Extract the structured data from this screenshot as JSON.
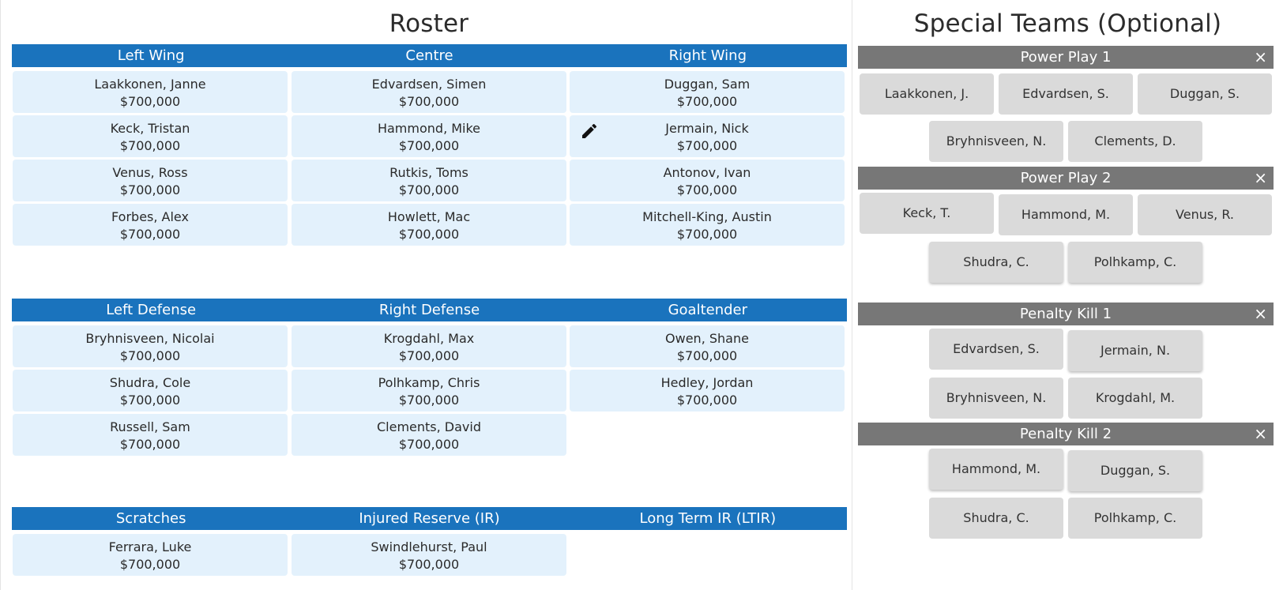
{
  "roster": {
    "title": "Roster",
    "forwards_headers": [
      "Left Wing",
      "Centre",
      "Right Wing"
    ],
    "forwards": {
      "left_wing": [
        {
          "name": "Laakkonen, Janne",
          "salary": "$700,000"
        },
        {
          "name": "Keck, Tristan",
          "salary": "$700,000"
        },
        {
          "name": "Venus, Ross",
          "salary": "$700,000"
        },
        {
          "name": "Forbes, Alex",
          "salary": "$700,000"
        }
      ],
      "centre": [
        {
          "name": "Edvardsen, Simen",
          "salary": "$700,000"
        },
        {
          "name": "Hammond, Mike",
          "salary": "$700,000"
        },
        {
          "name": "Rutkis, Toms",
          "salary": "$700,000"
        },
        {
          "name": "Howlett, Mac",
          "salary": "$700,000"
        }
      ],
      "right_wing": [
        {
          "name": "Duggan, Sam",
          "salary": "$700,000"
        },
        {
          "name": "Jermain, Nick",
          "salary": "$700,000"
        },
        {
          "name": "Antonov, Ivan",
          "salary": "$700,000"
        },
        {
          "name": "Mitchell-King, Austin",
          "salary": "$700,000"
        }
      ]
    },
    "defense_headers": [
      "Left Defense",
      "Right Defense",
      "Goaltender"
    ],
    "defense": {
      "left_defense": [
        {
          "name": "Bryhnisveen, Nicolai",
          "salary": "$700,000"
        },
        {
          "name": "Shudra, Cole",
          "salary": "$700,000"
        },
        {
          "name": "Russell, Sam",
          "salary": "$700,000"
        }
      ],
      "right_defense": [
        {
          "name": "Krogdahl, Max",
          "salary": "$700,000"
        },
        {
          "name": "Polhkamp, Chris",
          "salary": "$700,000"
        },
        {
          "name": "Clements, David",
          "salary": "$700,000"
        }
      ],
      "goaltender": [
        {
          "name": "Owen, Shane",
          "salary": "$700,000"
        },
        {
          "name": "Hedley, Jordan",
          "salary": "$700,000"
        }
      ]
    },
    "reserve_headers": [
      "Scratches",
      "Injured Reserve (IR)",
      "Long Term IR (LTIR)"
    ],
    "reserve": {
      "scratches": [
        {
          "name": "Ferrara, Luke",
          "salary": "$700,000"
        }
      ],
      "ir": [
        {
          "name": "Swindlehurst, Paul",
          "salary": "$700,000"
        }
      ]
    }
  },
  "special_teams": {
    "title": "Special Teams (Optional)",
    "close_glyph": "×",
    "units": [
      {
        "label": "Power Play 1",
        "players": [
          "Laakkonen, J.",
          "Edvardsen, S.",
          "Duggan, S.",
          "Bryhnisveen, N.",
          "Clements, D."
        ]
      },
      {
        "label": "Power Play 2",
        "players": [
          "Keck, T.",
          "Hammond, M.",
          "Venus, R.",
          "Shudra, C.",
          "Polhkamp, C."
        ]
      },
      {
        "label": "Penalty Kill 1",
        "players": [
          "Edvardsen, S.",
          "Jermain, N.",
          "Bryhnisveen, N.",
          "Krogdahl, M."
        ]
      },
      {
        "label": "Penalty Kill 2",
        "players": [
          "Hammond, M.",
          "Duggan, S.",
          "Shudra, C.",
          "Polhkamp, C."
        ]
      }
    ]
  },
  "icons": {
    "edit": "pencil-icon",
    "close": "close-icon"
  },
  "colors": {
    "header_blue": "#1a73bd",
    "card_bg": "#e3f1fc",
    "unit_bar": "#777777",
    "chip_bg": "#dadada"
  }
}
